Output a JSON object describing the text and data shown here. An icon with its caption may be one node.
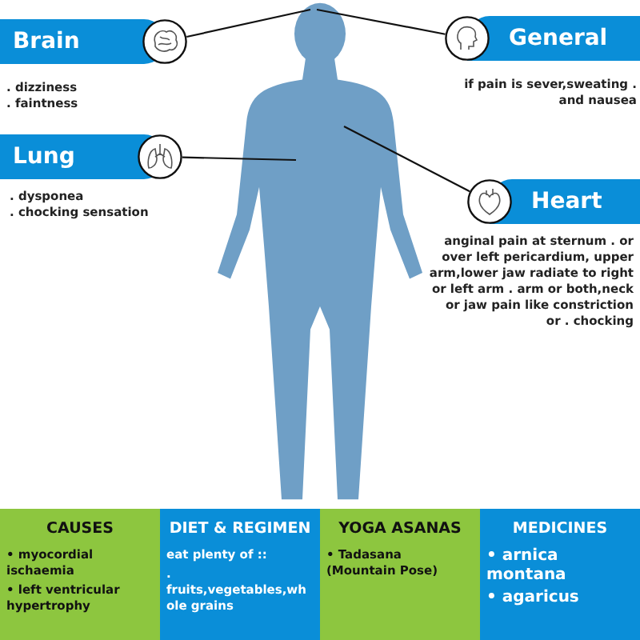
{
  "diagram": {
    "nodes": [
      {
        "text": [
          "Brain"
        ],
        "beside": [
          ". dizziness",
          ". faintness"
        ]
      },
      {
        "text": [
          "General"
        ],
        "beside": [
          "if pain is sever,sweating . and nausea"
        ]
      },
      {
        "text": [
          "Lung"
        ],
        "beside": [
          ". dysponea",
          ". chocking sensation"
        ]
      },
      {
        "text": [
          "Heart"
        ],
        "beside": [
          "anginal pain at sternum . or over left pericardium, upper arm,lower jaw radiate to right or left arm . arm or both,neck or jaw pain like constriction or . chocking"
        ]
      },
      {
        "text": [],
        "shape": "person"
      },
      {
        "text": [
          "CAUSES",
          "• myocordial ischaemia",
          "• left ventricular hypertrophy"
        ]
      },
      {
        "text": [
          "DIET & REGIMEN",
          "eat plenty of ::",
          ". fruits,vegetables,whole grains"
        ]
      },
      {
        "text": [
          "YOGA ASANAS",
          "• Tadasana (Mountain Pose)"
        ]
      },
      {
        "text": [
          "MEDICINES",
          "• arnica montana",
          "• agaricus"
        ]
      }
    ],
    "edges": [
      {
        "from": 0,
        "to": 4,
        "arrow": "none"
      },
      {
        "from": 1,
        "to": 4,
        "arrow": "none"
      },
      {
        "from": 2,
        "to": 4,
        "arrow": "none"
      },
      {
        "from": 3,
        "to": 4,
        "arrow": "none"
      }
    ]
  }
}
